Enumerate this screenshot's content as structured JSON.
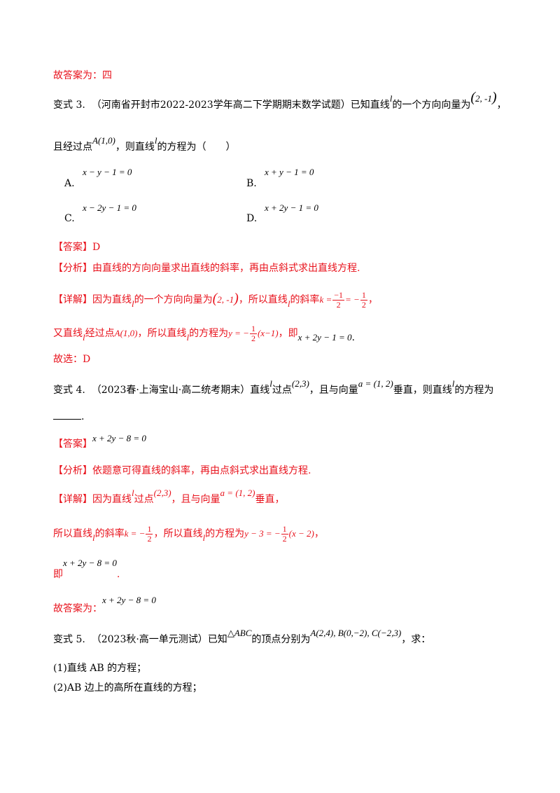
{
  "lines": {
    "answer_4": "故答案为：四",
    "v3_label": "变式 3.",
    "v3_source": "（河南省开封市2022-2023学年高二下学期期末数学试题）",
    "v3_text_a": "已知直线",
    "v3_var_l": "l",
    "v3_text_b": "的一个方向向量为",
    "v3_vec": "2, -1",
    "v3_comma": "，",
    "v3_text_c": "且经过点",
    "v3_point": "A(1,0)",
    "v3_text_d": "，则直线",
    "v3_text_e": "的方程为（　　）",
    "opt_a_label": "A.",
    "opt_a_expr": "x − y − 1 = 0",
    "opt_b_label": "B.",
    "opt_b_expr": "x + y − 1 = 0",
    "opt_c_label": "C.",
    "opt_c_expr": "x − 2y − 1 = 0",
    "opt_d_label": "D.",
    "opt_d_expr": "x + 2y − 1 = 0",
    "v3_ans": "【答案】D",
    "v3_analysis": "【分析】由直线的方向向量求出直线的斜率，再由点斜式求出直线方程.",
    "v3_detail_a": "【详解】因为直线",
    "v3_detail_b": "的一个方向向量为",
    "v3_detail_vec": "2, -1",
    "v3_detail_c": "，所以直线",
    "v3_detail_d": "的斜率",
    "v3_k": "k =",
    "v3_frac1_num": "−1",
    "v3_frac1_den": "2",
    "v3_eq": "= −",
    "v3_frac2_num": "1",
    "v3_frac2_den": "2",
    "v3_detail_end": "，",
    "v3_line2_a": "又直线",
    "v3_line2_b": "经过点",
    "v3_line2_point": "A(1,0)",
    "v3_line2_c": "，所以直线",
    "v3_line2_d": "的方程为",
    "v3_line2_y": "y = −",
    "v3_line2_fn": "1",
    "v3_line2_fd": "2",
    "v3_line2_paren": "(x−1)",
    "v3_line2_e": "，即",
    "v3_line2_res": "x + 2y − 1 = 0",
    "v3_line2_dot": ".",
    "v3_choose": "故选：D",
    "v4_label": "变式 4.",
    "v4_source": "（2023春·上海宝山·高二统考期末）",
    "v4_text_a": "直线",
    "v4_text_b": "过点",
    "v4_point": "(2,3)",
    "v4_text_c": "，且与向量",
    "v4_vec": "a = (1, 2)",
    "v4_text_d": "垂直，则直线",
    "v4_text_e": "的方程为",
    "v4_blank_end": ".",
    "v4_ans_label": "【答案】",
    "v4_ans_expr": "x + 2y − 8 = 0",
    "v4_analysis": "【分析】依题意可得直线的斜率，再由点斜式求出直线方程.",
    "v4_detail_a": "【详解】因为直线",
    "v4_detail_b": "过点",
    "v4_detail_point": "(2,3)",
    "v4_detail_c": "，且与向量",
    "v4_detail_vec": "a = (1, 2)",
    "v4_detail_d": "垂直，",
    "v4_l2_a": "所以直线",
    "v4_l2_b": "的斜率",
    "v4_l2_k": "k = −",
    "v4_l2_fn": "1",
    "v4_l2_fd": "2",
    "v4_l2_c": "，所以直线",
    "v4_l2_d": "的方程为",
    "v4_l2_y": "y − 3 = −",
    "v4_l2_fn2": "1",
    "v4_l2_fd2": "2",
    "v4_l2_paren": "(x − 2)",
    "v4_l2_e": "，",
    "v4_l3_a": "即",
    "v4_l3_expr": "x + 2y − 8 = 0",
    "v4_l3_dot": ".",
    "v4_final_a": "故答案为：",
    "v4_final_expr": "x + 2y − 8 = 0",
    "v5_label": "变式 5.",
    "v5_source": "（2023秋·高一单元测试）",
    "v5_text_a": "已知",
    "v5_tri": "△ABC",
    "v5_text_b": "的顶点分别为",
    "v5_points": "A(2,4), B(0,−2), C(−2,3)",
    "v5_text_c": "，求：",
    "v5_q1": "(1)直线 AB 的方程；",
    "v5_q2": "(2)AB 边上的高所在直线的方程；"
  }
}
